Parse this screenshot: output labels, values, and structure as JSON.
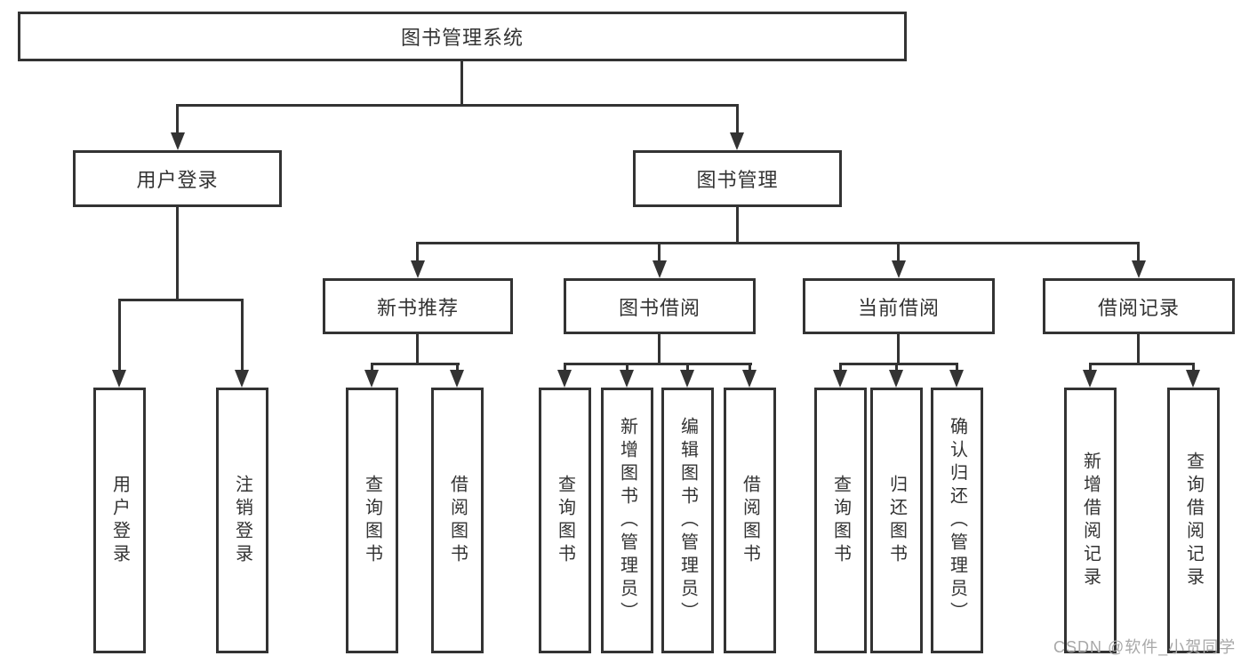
{
  "diagram": {
    "root": "图书管理系统",
    "level2": [
      "用户登录",
      "图书管理"
    ],
    "level3": [
      "新书推荐",
      "图书借阅",
      "当前借阅",
      "借阅记录"
    ],
    "leaves": {
      "login": [
        "用户登录",
        "注销登录"
      ],
      "recommend": [
        "查询图书",
        "借阅图书"
      ],
      "borrow": [
        "查询图书",
        "新增图书（管理员）",
        "编辑图书（管理员）",
        "借阅图书"
      ],
      "current": [
        "查询图书",
        "归还图书",
        "确认归还（管理员）"
      ],
      "records": [
        "新增借阅记录",
        "查询借阅记录"
      ]
    }
  },
  "watermark": "CSDN @软件_小贺同学",
  "colors": {
    "line": "#333333",
    "box_fill": "#ffffff",
    "text": "#333333",
    "watermark": "#a8a8a8"
  }
}
